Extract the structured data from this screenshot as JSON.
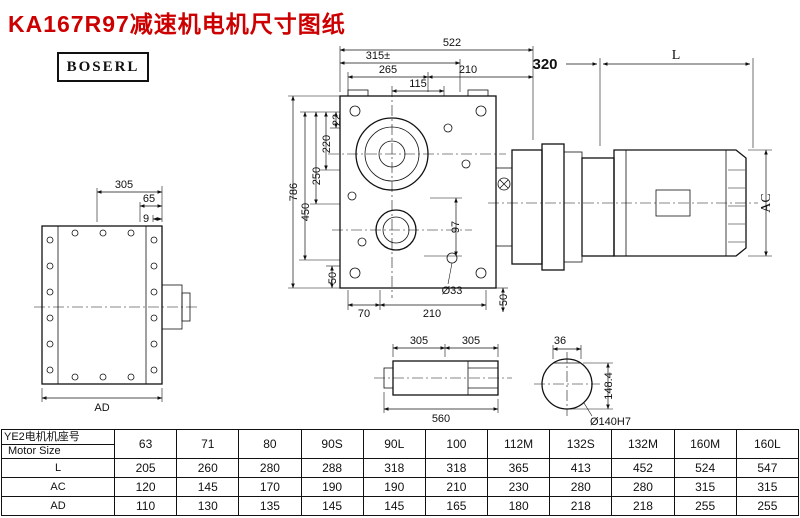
{
  "title": "KA167R97减速机电机尺寸图纸",
  "brand": "BOSERL",
  "colors": {
    "title_red": "#cc0000",
    "line": "#111111"
  },
  "dims": {
    "side": {
      "d305": "305",
      "d65": "65",
      "d9": "9",
      "dAD": "AD"
    },
    "front": {
      "d522": "522",
      "d315": "315±",
      "d265": "265",
      "d210_top": "210",
      "d115": "115",
      "d22": "22",
      "d220": "220",
      "d250": "250",
      "d450": "450",
      "d786": "786",
      "d97": "97",
      "d50_left": "50",
      "d70": "70",
      "d210_bottom": "210",
      "d33": "Ø33",
      "d50_right": "50"
    },
    "motor": {
      "d320": "320",
      "dL": "L",
      "dAC": "AC"
    },
    "shaft": {
      "d305a": "305",
      "d305b": "305",
      "d560": "560"
    },
    "bore": {
      "d36": "36",
      "d148": "148.4",
      "d140": "Ø140H7"
    }
  },
  "table": {
    "label_cn": "YE2电机机座号",
    "label_en": "Motor Size",
    "sizes": [
      "63",
      "71",
      "80",
      "90S",
      "90L",
      "100",
      "112M",
      "132S",
      "132M",
      "160M",
      "160L"
    ],
    "rows": [
      {
        "label": "L",
        "values": [
          "205",
          "260",
          "280",
          "288",
          "318",
          "318",
          "365",
          "413",
          "452",
          "524",
          "547"
        ]
      },
      {
        "label": "AC",
        "values": [
          "120",
          "145",
          "170",
          "190",
          "190",
          "210",
          "230",
          "280",
          "280",
          "315",
          "315"
        ]
      },
      {
        "label": "AD",
        "values": [
          "110",
          "130",
          "135",
          "145",
          "145",
          "165",
          "180",
          "218",
          "218",
          "255",
          "255"
        ]
      }
    ]
  }
}
